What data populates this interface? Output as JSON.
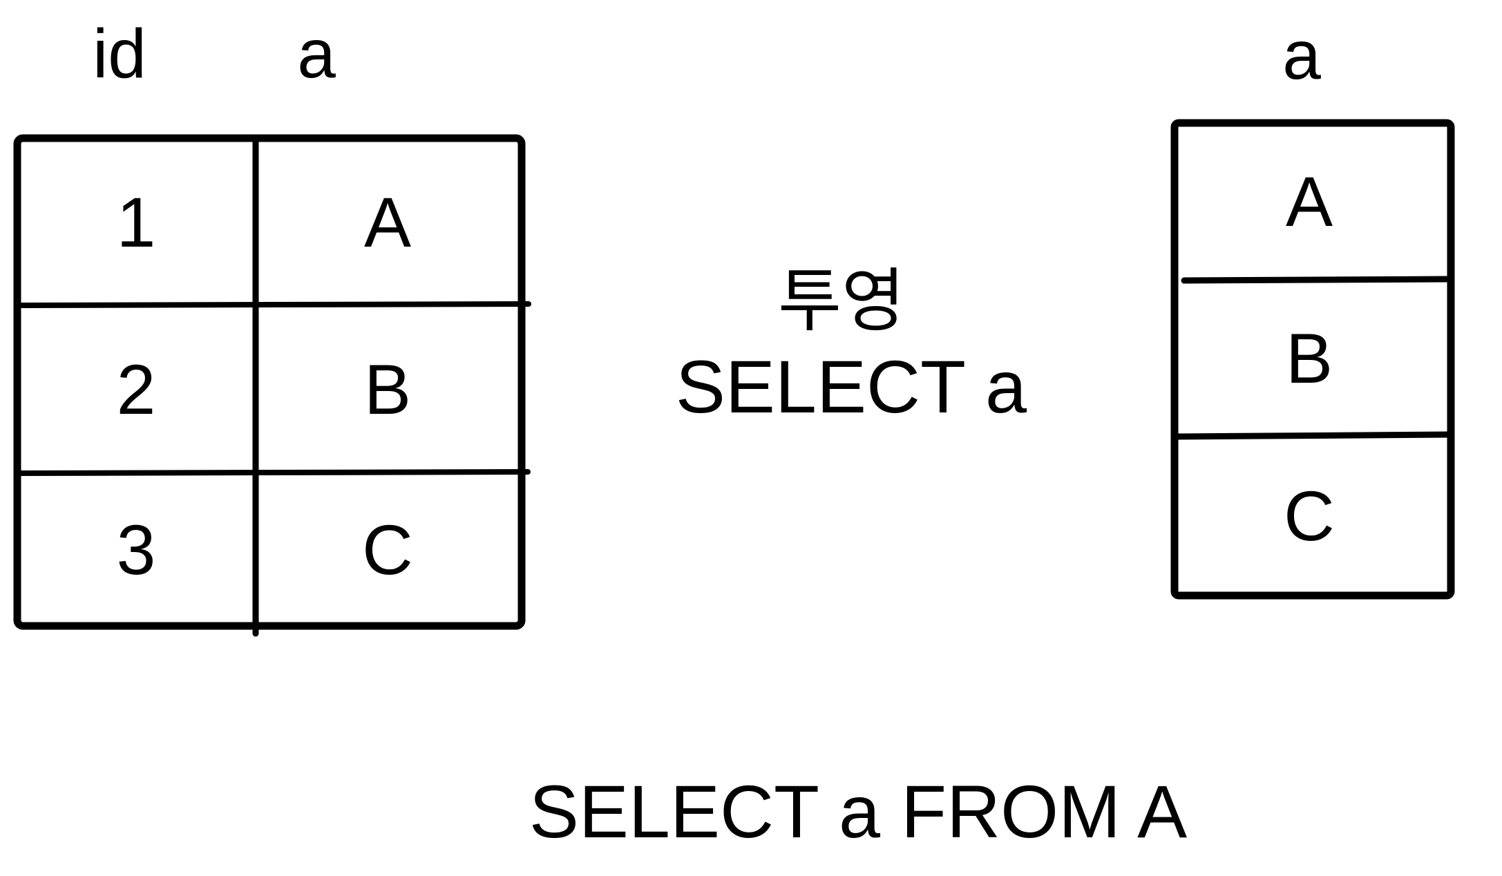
{
  "colors": {
    "ink": "#000000",
    "background": "#ffffff"
  },
  "diagram": {
    "source_table": {
      "name_hint": "A",
      "columns": [
        "id",
        "a"
      ],
      "rows": [
        [
          "1",
          "A"
        ],
        [
          "2",
          "B"
        ],
        [
          "3",
          "C"
        ]
      ]
    },
    "operation": {
      "label_korean": "투영",
      "sql": "SELECT a"
    },
    "result_table": {
      "columns": [
        "a"
      ],
      "rows": [
        [
          "A"
        ],
        [
          "B"
        ],
        [
          "C"
        ]
      ]
    },
    "caption": "SELECT a FROM A"
  }
}
